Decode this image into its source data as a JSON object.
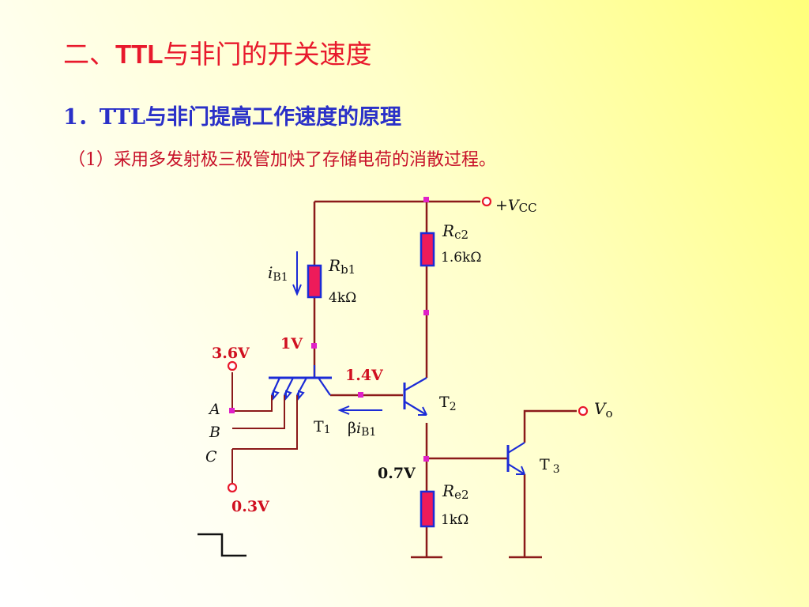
{
  "title": {
    "prefix": "二、",
    "bold": "TTL",
    "rest": "与非门的开关速度"
  },
  "subtitle": "1．TTL与非门提高工作速度的原理",
  "point": "（1）采用多发射极三极管加快了存储电荷的消散过程。",
  "circuit": {
    "vcc": {
      "sign": "+",
      "sym": "V",
      "sub": "CC"
    },
    "rc2": {
      "sym": "R",
      "sub": "c2",
      "value": "1.6kΩ"
    },
    "rb1": {
      "sym": "R",
      "sub": "b1",
      "value": "4kΩ"
    },
    "ib1": {
      "sym": "i",
      "sub": "B1"
    },
    "re2": {
      "sym": "R",
      "sub": "e2",
      "value": "1kΩ"
    },
    "beta_ib1": {
      "beta": "β",
      "sym": "i",
      "sub": "B1"
    },
    "t1": {
      "sym": "T",
      "sub": "1"
    },
    "t2": {
      "sym": "T",
      "sub": "2"
    },
    "t3": {
      "sym": "T",
      "sub": "3"
    },
    "vo": {
      "sym": "V",
      "sub": "o"
    },
    "inputs": [
      "A",
      "B",
      "C"
    ],
    "voltages": {
      "high_in": "3.6V",
      "low_in": "0.3V",
      "t1_base": "1V",
      "t2_base": "1.4V",
      "t2_emitter": "0.7V"
    }
  }
}
